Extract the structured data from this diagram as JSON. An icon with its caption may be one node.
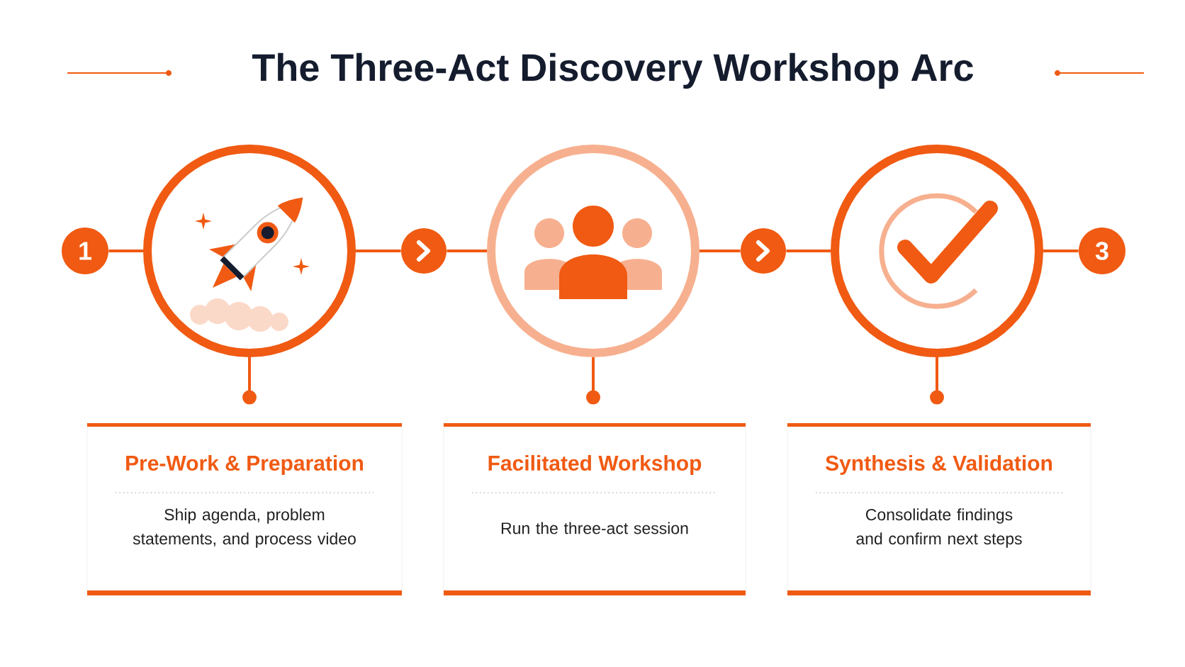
{
  "diagram": {
    "title": "The Three-Act Discovery Workshop Arc",
    "nodes": [
      {
        "text": [
          "1"
        ]
      },
      {
        "text": [],
        "shape": "circle"
      },
      {
        "text": [],
        "shape": "circle"
      },
      {
        "text": [],
        "shape": "circle"
      },
      {
        "text": [],
        "shape": "circle"
      },
      {
        "text": [],
        "shape": "circle"
      },
      {
        "text": [
          "3"
        ]
      },
      {
        "text": [
          "Pre-Work & Preparation",
          "Ship agenda, problem statements, and process video"
        ]
      },
      {
        "text": [
          "Facilitated Workshop",
          "Run the three-act session"
        ]
      },
      {
        "text": [
          "Synthesis & Validation",
          "Consolidate findings and confirm next steps"
        ]
      }
    ],
    "edges": [
      {
        "from": 0,
        "to": 1,
        "arrow": "none"
      },
      {
        "from": 1,
        "to": 2,
        "arrow": "none"
      },
      {
        "from": 2,
        "to": 3,
        "arrow": "none"
      },
      {
        "from": 3,
        "to": 4,
        "arrow": "none"
      },
      {
        "from": 4,
        "to": 5,
        "arrow": "none"
      },
      {
        "from": 5,
        "to": 6,
        "arrow": "none"
      },
      {
        "from": 1,
        "to": 7,
        "arrow": "other"
      },
      {
        "from": 3,
        "to": 8,
        "arrow": "other"
      },
      {
        "from": 5,
        "to": 9,
        "arrow": "other"
      }
    ]
  }
}
